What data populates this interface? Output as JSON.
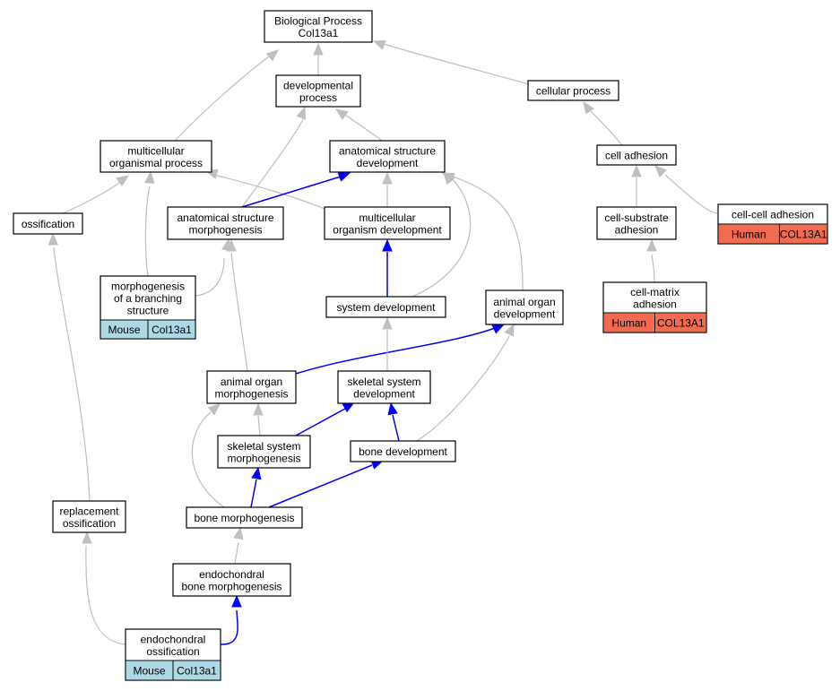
{
  "diagram": {
    "nodes": {
      "bp": {
        "lines": [
          "Biological Process",
          "Col13a1"
        ]
      },
      "dev": {
        "lines": [
          "developmental",
          "process"
        ]
      },
      "cellproc": {
        "lines": [
          "cellular process"
        ]
      },
      "multi": {
        "lines": [
          "multicellular",
          "organismal process"
        ]
      },
      "asd": {
        "lines": [
          "anatomical structure",
          "development"
        ]
      },
      "celladh": {
        "lines": [
          "cell adhesion"
        ]
      },
      "ossif": {
        "lines": [
          "ossification"
        ]
      },
      "asm": {
        "lines": [
          "anatomical structure",
          "morphogenesis"
        ]
      },
      "mod": {
        "lines": [
          "multicellular",
          "organism development"
        ]
      },
      "csa": {
        "lines": [
          "cell-substrate",
          "adhesion"
        ]
      },
      "cca": {
        "lines": [
          "cell-cell adhesion"
        ],
        "annotation": [
          "Human",
          "COL13A1"
        ]
      },
      "mbs": {
        "lines": [
          "morphogenesis",
          "of a branching",
          "structure"
        ],
        "annotation": [
          "Mouse",
          "Col13a1"
        ]
      },
      "sysdev": {
        "lines": [
          "system development"
        ]
      },
      "aodev": {
        "lines": [
          "animal organ",
          "development"
        ]
      },
      "cma": {
        "lines": [
          "cell-matrix",
          "adhesion"
        ],
        "annotation": [
          "Human",
          "COL13A1"
        ]
      },
      "aom": {
        "lines": [
          "animal organ",
          "morphogenesis"
        ]
      },
      "ssd": {
        "lines": [
          "skeletal system",
          "development"
        ]
      },
      "ssm": {
        "lines": [
          "skeletal system",
          "morphogenesis"
        ]
      },
      "bonedev": {
        "lines": [
          "bone development"
        ]
      },
      "repl": {
        "lines": [
          "replacement",
          "ossification"
        ]
      },
      "bonem": {
        "lines": [
          "bone morphogenesis"
        ]
      },
      "ebm": {
        "lines": [
          "endochondral",
          "bone morphogenesis"
        ]
      },
      "eo": {
        "lines": [
          "endochondral",
          "ossification"
        ],
        "annotation": [
          "Mouse",
          "Col13a1"
        ]
      }
    },
    "colors": {
      "edge_default": "#bfbfbf",
      "edge_highlight": "#0000ff",
      "mouse_cell": "#add8e6",
      "human_cell": "#f26b50",
      "node_border": "#000000"
    }
  }
}
